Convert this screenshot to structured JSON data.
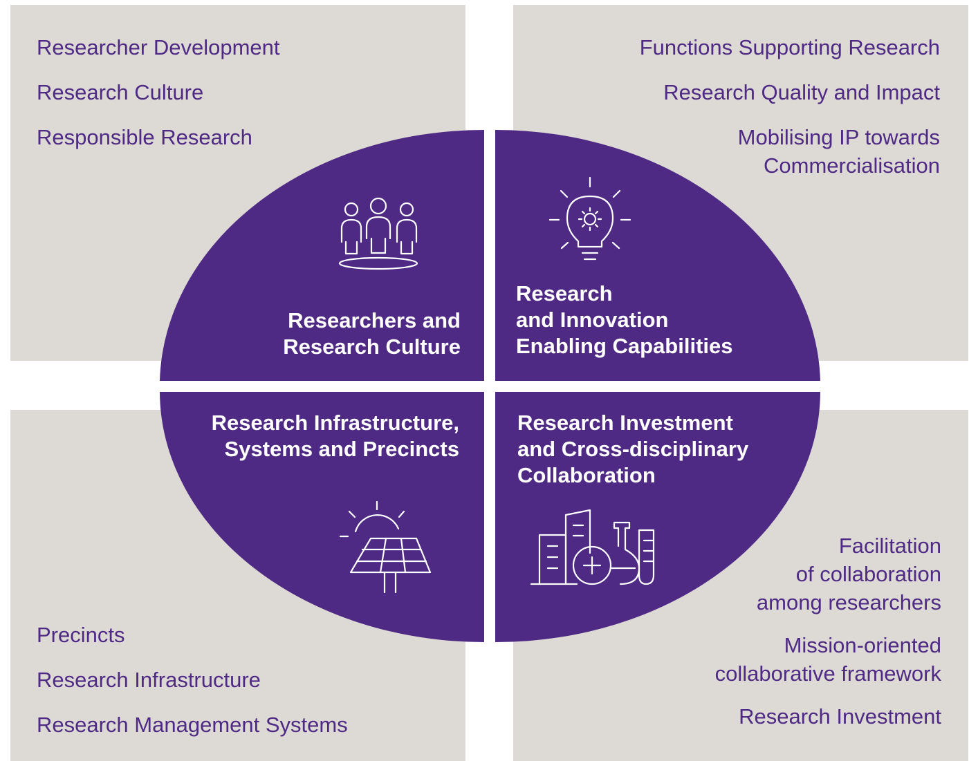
{
  "quadrants": {
    "top_left": {
      "title": "Researchers and\nResearch Culture",
      "icon": "people-group-icon",
      "items": [
        "Researcher Development",
        "Research Culture",
        "Responsible Research"
      ]
    },
    "top_right": {
      "title": "Research\nand Innovation\nEnabling Capabilities",
      "icon": "lightbulb-gear-icon",
      "items": [
        "Functions Supporting Research",
        "Research Quality and Impact",
        "Mobilising IP towards\nCommercialisation"
      ]
    },
    "bottom_left": {
      "title": "Research Infrastructure,\nSystems and Precincts",
      "icon": "solar-panel-icon",
      "items": [
        "Precincts",
        "Research Infrastructure",
        "Research Management Systems"
      ]
    },
    "bottom_right": {
      "title": "Research Investment\nand Cross-disciplinary\nCollaboration",
      "icon": "city-lab-icon",
      "items": [
        "Facilitation\nof collaboration\namong researchers",
        "Mission-oriented\ncollaborative framework",
        "Research Investment"
      ]
    }
  },
  "colors": {
    "accent_purple": "#4e2a84",
    "panel_gray": "#ddd9d5",
    "text_on_purple": "#ffffff"
  }
}
